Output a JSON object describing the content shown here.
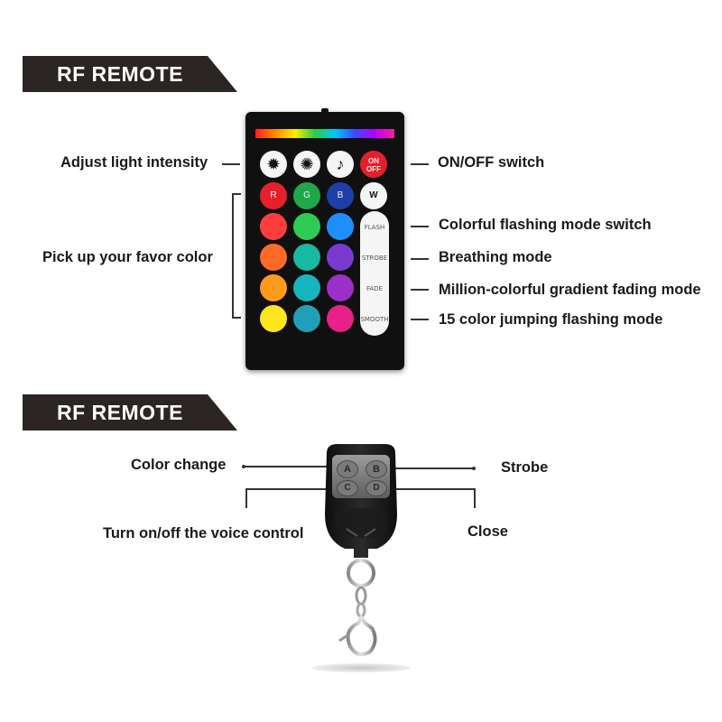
{
  "section1": {
    "banner": "RF REMOTE",
    "labels": {
      "intensity": "Adjust light intensity",
      "onoff_switch": "ON/OFF switch",
      "favor_color": "Pick up your favor color",
      "flash_mode": "Colorful flashing mode switch",
      "breathing": "Breathing mode",
      "fading": "Million-colorful gradient fading mode",
      "jumping": "15 color jumping flashing mode"
    },
    "remote": {
      "onoff_line1": "ON",
      "onoff_line2": "OFF",
      "r": "R",
      "g": "G",
      "b": "B",
      "w": "W",
      "flash": "FLASH",
      "strobe": "STROBE",
      "fade": "FADE",
      "smooth": "SMOOTH",
      "icons": [
        "brightness-up-icon",
        "brightness-down-icon",
        "music-note-icon",
        "power-icon"
      ],
      "color_rows": [
        [
          "#e8202a",
          "#1fa84a",
          "#1d3fa8"
        ],
        [
          "#ff3d3d",
          "#2ecc55",
          "#1f8fff"
        ],
        [
          "#ff6a28",
          "#17b9a0",
          "#7a3ad0"
        ],
        [
          "#ff9a1c",
          "#15b5c0",
          "#9b2fc8"
        ],
        [
          "#ffe51c",
          "#1fa0b8",
          "#e8208a"
        ]
      ]
    }
  },
  "section2": {
    "banner": "RF REMOTE",
    "labels": {
      "color_change": "Color change",
      "strobe": "Strobe",
      "voice": "Turn on/off the voice control",
      "close": "Close"
    },
    "fob": {
      "a": "A",
      "b": "B",
      "c": "C",
      "d": "D"
    }
  },
  "colors": {
    "banner_bg": "#2b2523",
    "remote_body": "#101010"
  }
}
